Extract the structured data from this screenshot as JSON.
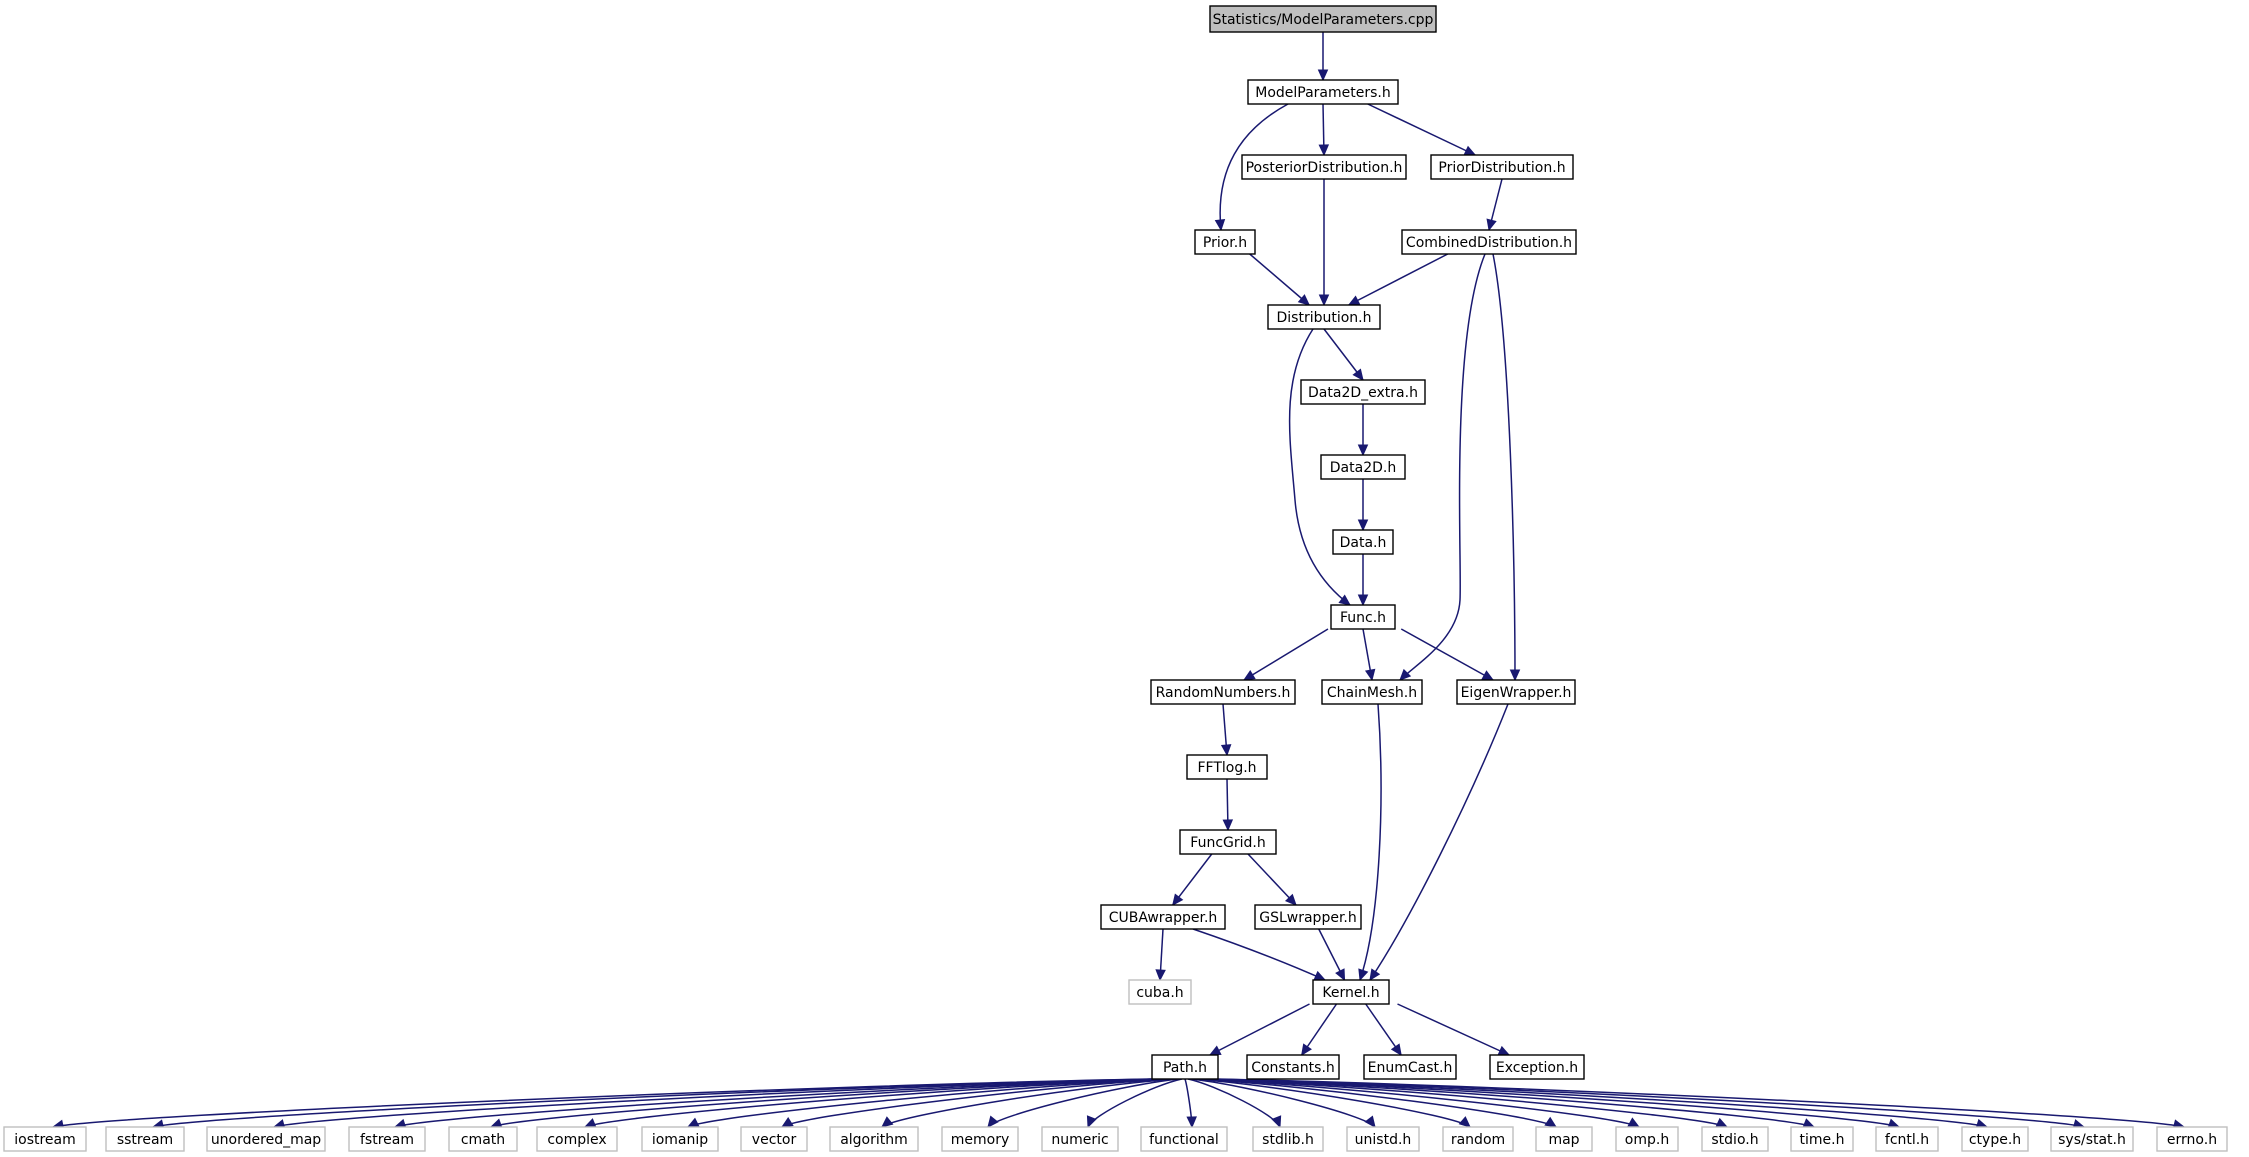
{
  "graph": {
    "root": "Statistics/ModelParameters.cpp",
    "nodes": [
      {
        "id": "cpp",
        "label": "Statistics/ModelParameters.cpp",
        "kind": "root"
      },
      {
        "id": "mp",
        "label": "ModelParameters.h",
        "kind": "header"
      },
      {
        "id": "post",
        "label": "PosteriorDistribution.h",
        "kind": "header"
      },
      {
        "id": "priord",
        "label": "PriorDistribution.h",
        "kind": "header"
      },
      {
        "id": "prior",
        "label": "Prior.h",
        "kind": "header"
      },
      {
        "id": "comb",
        "label": "CombinedDistribution.h",
        "kind": "header"
      },
      {
        "id": "dist",
        "label": "Distribution.h",
        "kind": "header"
      },
      {
        "id": "d2dx",
        "label": "Data2D_extra.h",
        "kind": "header"
      },
      {
        "id": "d2d",
        "label": "Data2D.h",
        "kind": "header"
      },
      {
        "id": "data",
        "label": "Data.h",
        "kind": "header"
      },
      {
        "id": "func",
        "label": "Func.h",
        "kind": "header"
      },
      {
        "id": "rand",
        "label": "RandomNumbers.h",
        "kind": "header"
      },
      {
        "id": "chain",
        "label": "ChainMesh.h",
        "kind": "header"
      },
      {
        "id": "eigen",
        "label": "EigenWrapper.h",
        "kind": "header"
      },
      {
        "id": "fft",
        "label": "FFTlog.h",
        "kind": "header"
      },
      {
        "id": "fgrid",
        "label": "FuncGrid.h",
        "kind": "header"
      },
      {
        "id": "cubaw",
        "label": "CUBAwrapper.h",
        "kind": "header"
      },
      {
        "id": "gslw",
        "label": "GSLwrapper.h",
        "kind": "header"
      },
      {
        "id": "cuba",
        "label": "cuba.h",
        "kind": "system"
      },
      {
        "id": "kernel",
        "label": "Kernel.h",
        "kind": "header"
      },
      {
        "id": "path",
        "label": "Path.h",
        "kind": "header"
      },
      {
        "id": "const",
        "label": "Constants.h",
        "kind": "header"
      },
      {
        "id": "enumc",
        "label": "EnumCast.h",
        "kind": "header"
      },
      {
        "id": "exc",
        "label": "Exception.h",
        "kind": "header"
      },
      {
        "id": "s_iostream",
        "label": "iostream",
        "kind": "system"
      },
      {
        "id": "s_sstream",
        "label": "sstream",
        "kind": "system"
      },
      {
        "id": "s_umap",
        "label": "unordered_map",
        "kind": "system"
      },
      {
        "id": "s_fstream",
        "label": "fstream",
        "kind": "system"
      },
      {
        "id": "s_cmath",
        "label": "cmath",
        "kind": "system"
      },
      {
        "id": "s_complex",
        "label": "complex",
        "kind": "system"
      },
      {
        "id": "s_iomanip",
        "label": "iomanip",
        "kind": "system"
      },
      {
        "id": "s_vector",
        "label": "vector",
        "kind": "system"
      },
      {
        "id": "s_algorithm",
        "label": "algorithm",
        "kind": "system"
      },
      {
        "id": "s_memory",
        "label": "memory",
        "kind": "system"
      },
      {
        "id": "s_numeric",
        "label": "numeric",
        "kind": "system"
      },
      {
        "id": "s_functional",
        "label": "functional",
        "kind": "system"
      },
      {
        "id": "s_stdlib",
        "label": "stdlib.h",
        "kind": "system"
      },
      {
        "id": "s_unistd",
        "label": "unistd.h",
        "kind": "system"
      },
      {
        "id": "s_random",
        "label": "random",
        "kind": "system"
      },
      {
        "id": "s_map",
        "label": "map",
        "kind": "system"
      },
      {
        "id": "s_omp",
        "label": "omp.h",
        "kind": "system"
      },
      {
        "id": "s_stdio",
        "label": "stdio.h",
        "kind": "system"
      },
      {
        "id": "s_time",
        "label": "time.h",
        "kind": "system"
      },
      {
        "id": "s_fcntl",
        "label": "fcntl.h",
        "kind": "system"
      },
      {
        "id": "s_ctype",
        "label": "ctype.h",
        "kind": "system"
      },
      {
        "id": "s_sysstat",
        "label": "sys/stat.h",
        "kind": "system"
      },
      {
        "id": "s_errno",
        "label": "errno.h",
        "kind": "system"
      }
    ],
    "edges": [
      [
        "cpp",
        "mp"
      ],
      [
        "mp",
        "prior"
      ],
      [
        "mp",
        "post"
      ],
      [
        "mp",
        "priord"
      ],
      [
        "priord",
        "comb"
      ],
      [
        "prior",
        "dist"
      ],
      [
        "post",
        "dist"
      ],
      [
        "comb",
        "dist"
      ],
      [
        "comb",
        "chain"
      ],
      [
        "comb",
        "eigen"
      ],
      [
        "dist",
        "d2dx"
      ],
      [
        "dist",
        "func"
      ],
      [
        "d2dx",
        "d2d"
      ],
      [
        "d2d",
        "data"
      ],
      [
        "data",
        "func"
      ],
      [
        "func",
        "rand"
      ],
      [
        "func",
        "chain"
      ],
      [
        "func",
        "eigen"
      ],
      [
        "rand",
        "fft"
      ],
      [
        "fft",
        "fgrid"
      ],
      [
        "fgrid",
        "cubaw"
      ],
      [
        "fgrid",
        "gslw"
      ],
      [
        "cubaw",
        "cuba"
      ],
      [
        "cubaw",
        "kernel"
      ],
      [
        "gslw",
        "kernel"
      ],
      [
        "chain",
        "kernel"
      ],
      [
        "eigen",
        "kernel"
      ],
      [
        "kernel",
        "path"
      ],
      [
        "kernel",
        "const"
      ],
      [
        "kernel",
        "enumc"
      ],
      [
        "kernel",
        "exc"
      ],
      [
        "path",
        "s_iostream"
      ],
      [
        "path",
        "s_sstream"
      ],
      [
        "path",
        "s_umap"
      ],
      [
        "path",
        "s_fstream"
      ],
      [
        "path",
        "s_cmath"
      ],
      [
        "path",
        "s_complex"
      ],
      [
        "path",
        "s_iomanip"
      ],
      [
        "path",
        "s_vector"
      ],
      [
        "path",
        "s_algorithm"
      ],
      [
        "path",
        "s_memory"
      ],
      [
        "path",
        "s_numeric"
      ],
      [
        "path",
        "s_functional"
      ],
      [
        "path",
        "s_stdlib"
      ],
      [
        "path",
        "s_unistd"
      ],
      [
        "path",
        "s_random"
      ],
      [
        "path",
        "s_map"
      ],
      [
        "path",
        "s_omp"
      ],
      [
        "path",
        "s_stdio"
      ],
      [
        "path",
        "s_time"
      ],
      [
        "path",
        "s_fcntl"
      ],
      [
        "path",
        "s_ctype"
      ],
      [
        "path",
        "s_sysstat"
      ],
      [
        "path",
        "s_errno"
      ]
    ],
    "colors": {
      "edge": "#191970",
      "root_fill": "#bfbfbf",
      "node_border": "#000000",
      "system_border": "#bfbfbf",
      "node_fill": "#ffffff"
    }
  }
}
